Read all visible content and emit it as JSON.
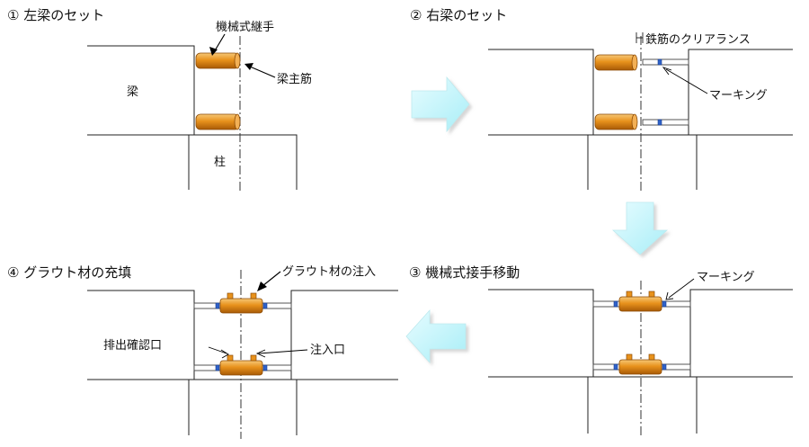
{
  "steps": [
    {
      "title": "① 左梁のセット",
      "labels": {
        "beam": "梁",
        "column": "柱",
        "coupler": "機械式継手",
        "rebar": "梁主筋"
      }
    },
    {
      "title": "② 右梁のセット",
      "labels": {
        "clearance": "鉄筋のクリアランス",
        "marking": "マーキング"
      }
    },
    {
      "title": "③ 機械式接手移動",
      "labels": {
        "marking": "マーキング"
      }
    },
    {
      "title": "④ グラウト材の充填",
      "labels": {
        "grout_inject": "グラウト材の注入",
        "discharge": "排出確認口",
        "inlet": "注入口"
      }
    }
  ],
  "colors": {
    "coupler": "#e8921c",
    "coupler_dark": "#a85a06",
    "arrow": "#cff6fb",
    "marking": "#2f62c9"
  }
}
